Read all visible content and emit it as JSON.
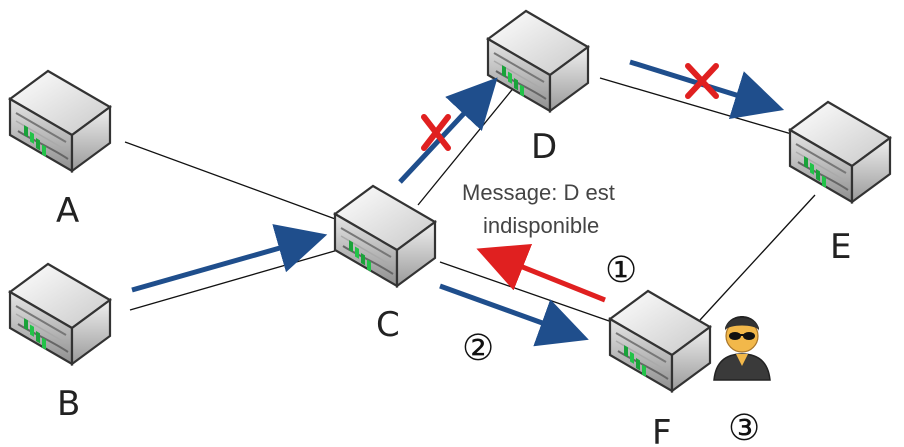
{
  "nodes": {
    "A": {
      "label": "A"
    },
    "B": {
      "label": "B"
    },
    "C": {
      "label": "C"
    },
    "D": {
      "label": "D"
    },
    "E": {
      "label": "E"
    },
    "F": {
      "label": "F"
    }
  },
  "message": {
    "line1": "Message: D est",
    "line2": "indisponible"
  },
  "steps": {
    "one": "①",
    "two": "②",
    "three": "③"
  },
  "colors": {
    "legit_arrow": "#1f4e8c",
    "alert_arrow": "#e02020",
    "blocked_mark": "#e02020"
  }
}
